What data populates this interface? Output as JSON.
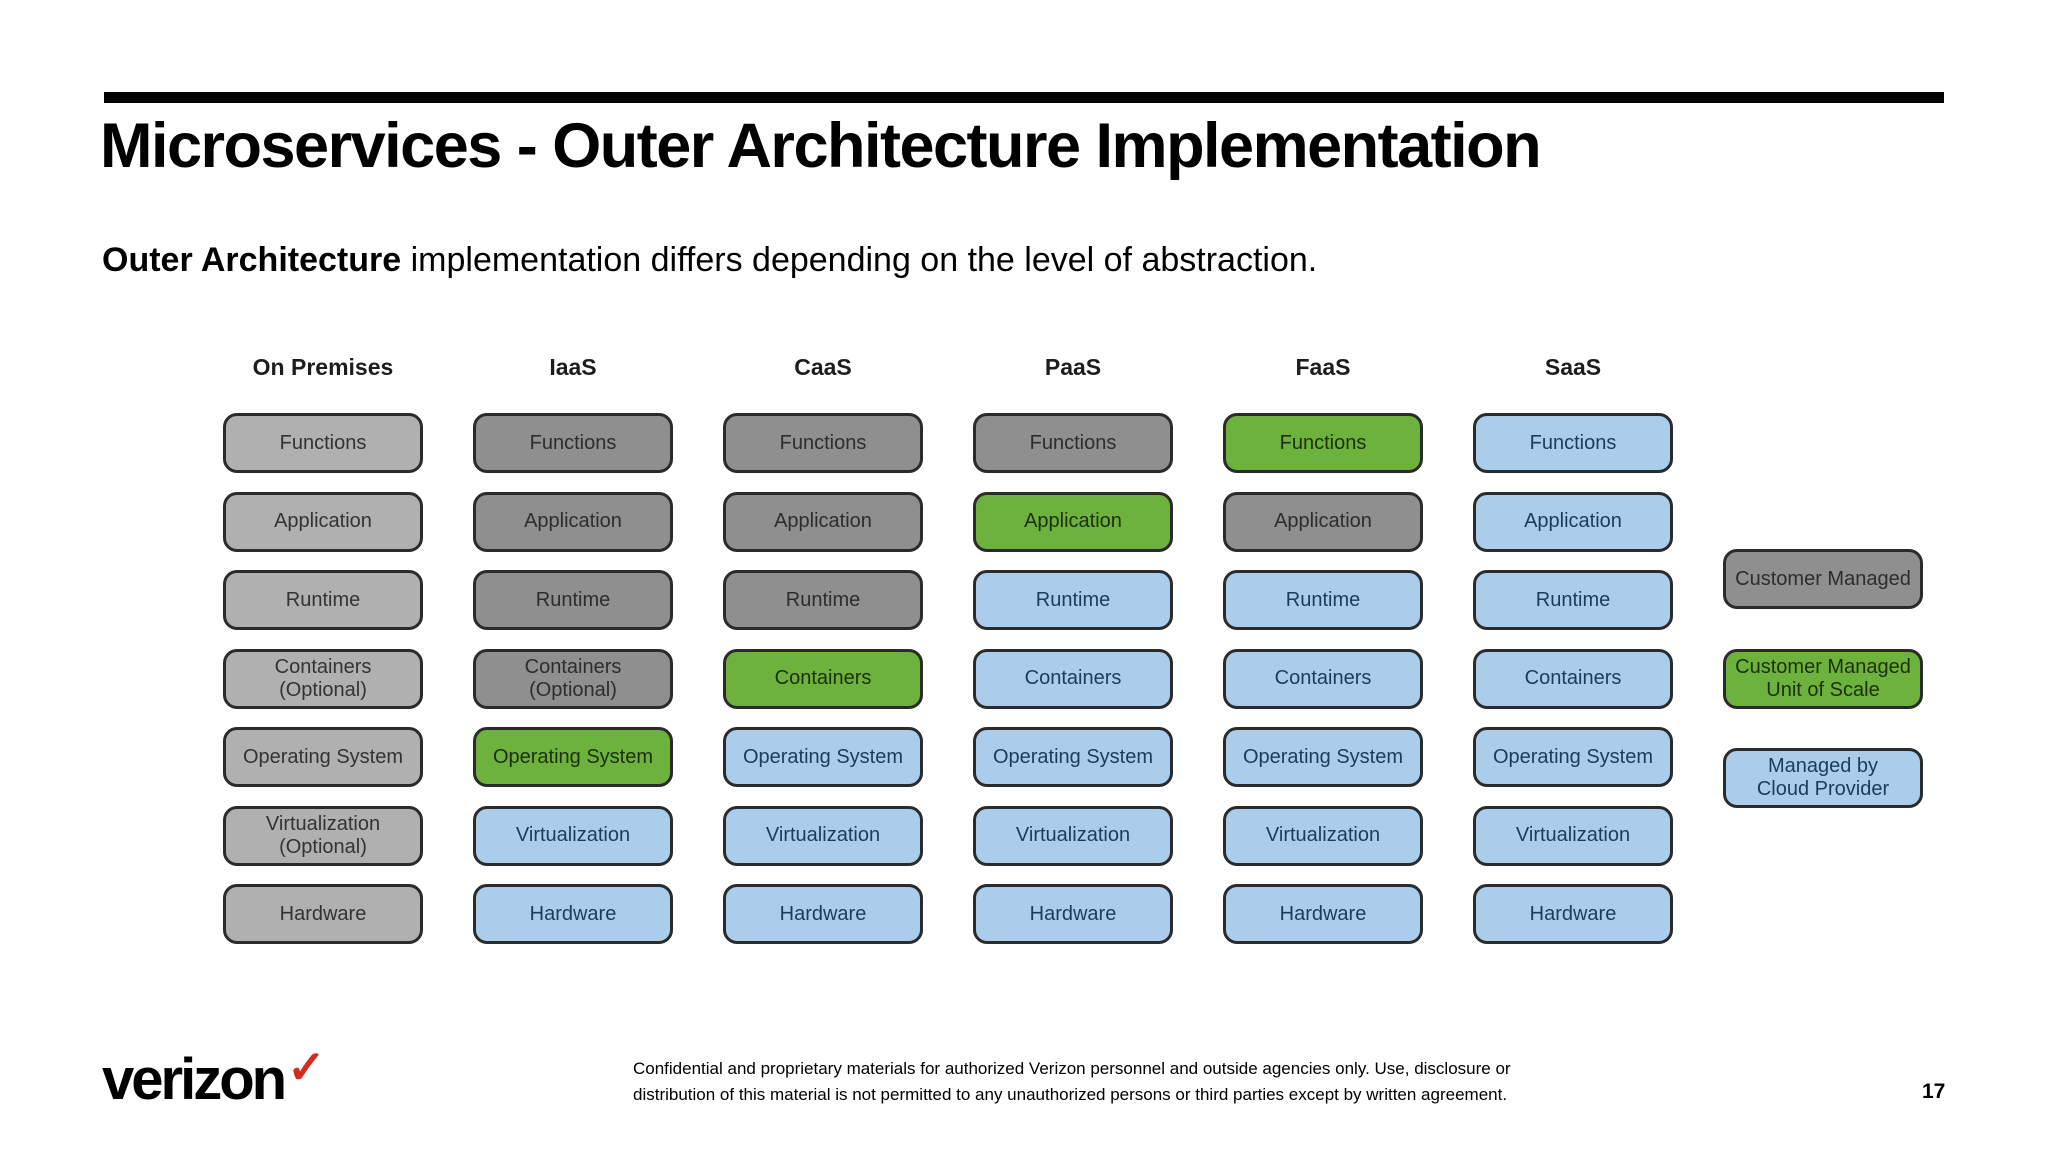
{
  "slide": {
    "title": "Microservices - Outer Architecture Implementation",
    "subtitle": {
      "bold": "Outer Architecture",
      "rest": " implementation differs depending on the level of abstraction."
    },
    "page_number": "17",
    "footer": {
      "line1": "Confidential and proprietary materials for authorized Verizon personnel and outside agencies only. Use, disclosure or",
      "line2": "distribution of this material is not permitted to any unauthorized persons or third parties except by written agreement."
    },
    "logo": {
      "word": "verizon",
      "check": "✓"
    }
  },
  "colors": {
    "on_premises_gray": "#b0b0b0",
    "customer_managed_gray": "#8f8f8f",
    "unit_of_scale_green": "#6cb23d",
    "cloud_provider_blue": "#a9cdea",
    "box_border": "#2b2b2b",
    "verizon_red": "#d52b1e"
  },
  "columns": [
    {
      "header": "On Premises",
      "boxes": [
        {
          "lines": [
            "Functions"
          ],
          "type": "gray-light"
        },
        {
          "lines": [
            "Application"
          ],
          "type": "gray-light"
        },
        {
          "lines": [
            "Runtime"
          ],
          "type": "gray-light"
        },
        {
          "lines": [
            "Containers",
            "(Optional)"
          ],
          "type": "gray-light"
        },
        {
          "lines": [
            "Operating System"
          ],
          "type": "gray-light"
        },
        {
          "lines": [
            "Virtualization",
            "(Optional)"
          ],
          "type": "gray-light"
        },
        {
          "lines": [
            "Hardware"
          ],
          "type": "gray-light"
        }
      ]
    },
    {
      "header": "IaaS",
      "boxes": [
        {
          "lines": [
            "Functions"
          ],
          "type": "gray"
        },
        {
          "lines": [
            "Application"
          ],
          "type": "gray"
        },
        {
          "lines": [
            "Runtime"
          ],
          "type": "gray"
        },
        {
          "lines": [
            "Containers",
            "(Optional)"
          ],
          "type": "gray"
        },
        {
          "lines": [
            "Operating System"
          ],
          "type": "green"
        },
        {
          "lines": [
            "Virtualization"
          ],
          "type": "blue"
        },
        {
          "lines": [
            "Hardware"
          ],
          "type": "blue"
        }
      ]
    },
    {
      "header": "CaaS",
      "boxes": [
        {
          "lines": [
            "Functions"
          ],
          "type": "gray"
        },
        {
          "lines": [
            "Application"
          ],
          "type": "gray"
        },
        {
          "lines": [
            "Runtime"
          ],
          "type": "gray"
        },
        {
          "lines": [
            "Containers"
          ],
          "type": "green"
        },
        {
          "lines": [
            "Operating System"
          ],
          "type": "blue"
        },
        {
          "lines": [
            "Virtualization"
          ],
          "type": "blue"
        },
        {
          "lines": [
            "Hardware"
          ],
          "type": "blue"
        }
      ]
    },
    {
      "header": "PaaS",
      "boxes": [
        {
          "lines": [
            "Functions"
          ],
          "type": "gray"
        },
        {
          "lines": [
            "Application"
          ],
          "type": "green"
        },
        {
          "lines": [
            "Runtime"
          ],
          "type": "blue"
        },
        {
          "lines": [
            "Containers"
          ],
          "type": "blue"
        },
        {
          "lines": [
            "Operating System"
          ],
          "type": "blue"
        },
        {
          "lines": [
            "Virtualization"
          ],
          "type": "blue"
        },
        {
          "lines": [
            "Hardware"
          ],
          "type": "blue"
        }
      ]
    },
    {
      "header": "FaaS",
      "boxes": [
        {
          "lines": [
            "Functions"
          ],
          "type": "green"
        },
        {
          "lines": [
            "Application"
          ],
          "type": "gray"
        },
        {
          "lines": [
            "Runtime"
          ],
          "type": "blue"
        },
        {
          "lines": [
            "Containers"
          ],
          "type": "blue"
        },
        {
          "lines": [
            "Operating System"
          ],
          "type": "blue"
        },
        {
          "lines": [
            "Virtualization"
          ],
          "type": "blue"
        },
        {
          "lines": [
            "Hardware"
          ],
          "type": "blue"
        }
      ]
    },
    {
      "header": "SaaS",
      "boxes": [
        {
          "lines": [
            "Functions"
          ],
          "type": "blue"
        },
        {
          "lines": [
            "Application"
          ],
          "type": "blue"
        },
        {
          "lines": [
            "Runtime"
          ],
          "type": "blue"
        },
        {
          "lines": [
            "Containers"
          ],
          "type": "blue"
        },
        {
          "lines": [
            "Operating System"
          ],
          "type": "blue"
        },
        {
          "lines": [
            "Virtualization"
          ],
          "type": "blue"
        },
        {
          "lines": [
            "Hardware"
          ],
          "type": "blue"
        }
      ]
    }
  ],
  "legend": [
    {
      "lines": [
        "Customer Managed"
      ],
      "type": "gray"
    },
    {
      "lines": [
        "Customer Managed",
        "Unit of Scale"
      ],
      "type": "green"
    },
    {
      "lines": [
        "Managed by",
        "Cloud Provider"
      ],
      "type": "blue"
    }
  ]
}
